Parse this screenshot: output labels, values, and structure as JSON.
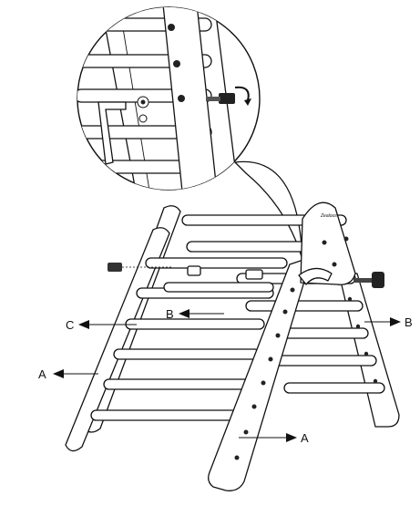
{
  "diagram": {
    "callouts": [
      {
        "id": "A",
        "text": "A"
      },
      {
        "id": "A2",
        "text": "A"
      },
      {
        "id": "B",
        "text": "B"
      },
      {
        "id": "B2",
        "text": "B"
      },
      {
        "id": "C",
        "text": "C"
      }
    ],
    "logo_text": "Zealous",
    "icons": [
      "allen-key-icon",
      "knob-bolt-icon",
      "rotate-arrow-icon",
      "hex-nut-icon"
    ]
  }
}
